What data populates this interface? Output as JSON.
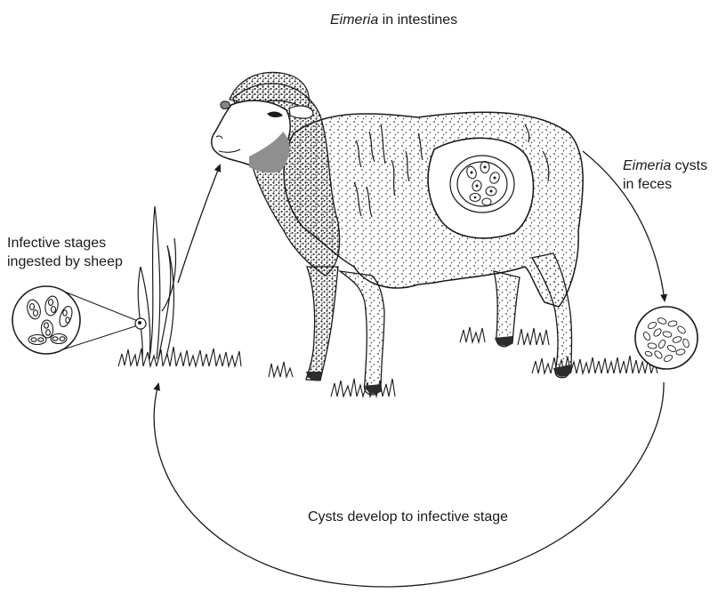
{
  "labels": {
    "intestines": {
      "italic": "Eimeria",
      "rest": " in intestines"
    },
    "feces": {
      "italic": "Eimeria",
      "rest_line1": " cysts",
      "line2": "in feces"
    },
    "ingested": {
      "line1": "Infective stages",
      "line2": "ingested by sheep"
    },
    "develop": "Cysts develop to infective stage"
  },
  "colors": {
    "line": "#1a1a1a",
    "throat_patch": "#8f8f8f",
    "leg_dark": "#2c2c2c"
  },
  "icons": [
    "sheep-illustration",
    "intestine-cross-section",
    "cyst-oocyst-cluster",
    "infective-oocysts",
    "grass-blade"
  ]
}
